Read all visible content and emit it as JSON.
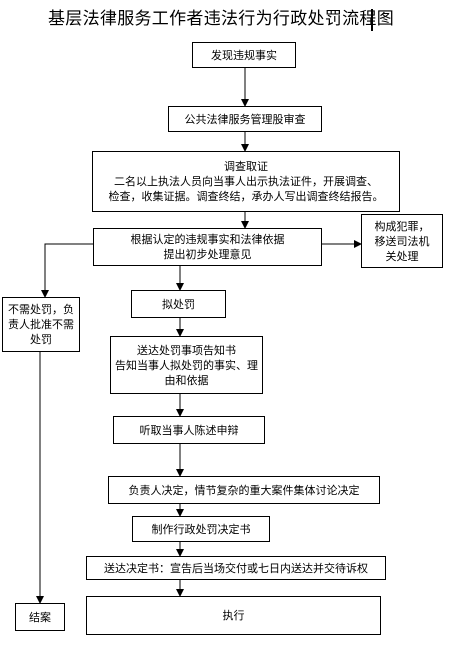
{
  "title": "基层法律服务工作者违法行为行政处罚流程图",
  "flow": {
    "discover": "发现违规事实",
    "review": "公共法律服务管理股审查",
    "investigate": {
      "title": "调查取证",
      "line1": "二名以上执法人员向当事人出示执法证件，开展调查、",
      "line2": "检查，收集证据。调查终结，承办人写出调查终结报告。"
    },
    "initial_opinion": {
      "line1": "根据认定的违规事实和法律依据",
      "line2": "提出初步处理意见"
    },
    "crime": {
      "line1": "构成犯罪，",
      "line2": "移送司法机",
      "line3": "关处理"
    },
    "no_penalty": {
      "line1": "不需处罚，负",
      "line2": "责人批准不需",
      "line3": "处罚"
    },
    "proposed_penalty": "拟处罚",
    "notice": {
      "line1": "送达处罚事项告知书",
      "line2": "告知当事人拟处罚的事实、理",
      "line3": "由和依据"
    },
    "hearing": "听取当事人陈述申辩",
    "decision": "负责人决定，情节复杂的重大案件集体讨论决定",
    "make_decision": "制作行政处罚决定书",
    "deliver": "送达决定书：宣告后当场交付或七日内送达并交待诉权",
    "execute": "执行",
    "close_case": "结案"
  }
}
